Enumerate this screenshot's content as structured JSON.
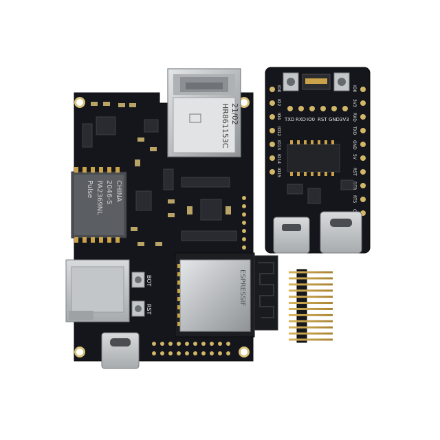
{
  "main_board": {
    "rj45_label_line1": "21/02",
    "rj45_label_line2": "HR861153C",
    "magnetics_brand": "Pulse",
    "magnetics_line1": "PA2369NL",
    "magnetics_line2": "2046-S",
    "magnetics_line3": "CHINA",
    "module_brand": "ESPRESSIF",
    "button_1_label": "BOT",
    "button_2_label": "RST",
    "colors": {
      "pcb": "#15161b",
      "silkscreen": "#e8e8e8",
      "metal": "#c9cbcd"
    }
  },
  "programmer_board": {
    "pin_row_labels": [
      "TXD",
      "RXD",
      "IO0",
      "RST",
      "GND",
      "3V3"
    ],
    "left_pins": [
      "IO0",
      "IO2",
      "IO4",
      "IO12",
      "IO13",
      "IO14",
      "IO15"
    ],
    "right_pins": [
      "IO0",
      "3V3",
      "RXD",
      "TXD",
      "GND",
      "5V",
      "RST",
      "DTR",
      "RTS",
      "CTS"
    ],
    "colors": {
      "pcb": "#15161b"
    }
  },
  "pin_header": {
    "pin_count": 12
  }
}
